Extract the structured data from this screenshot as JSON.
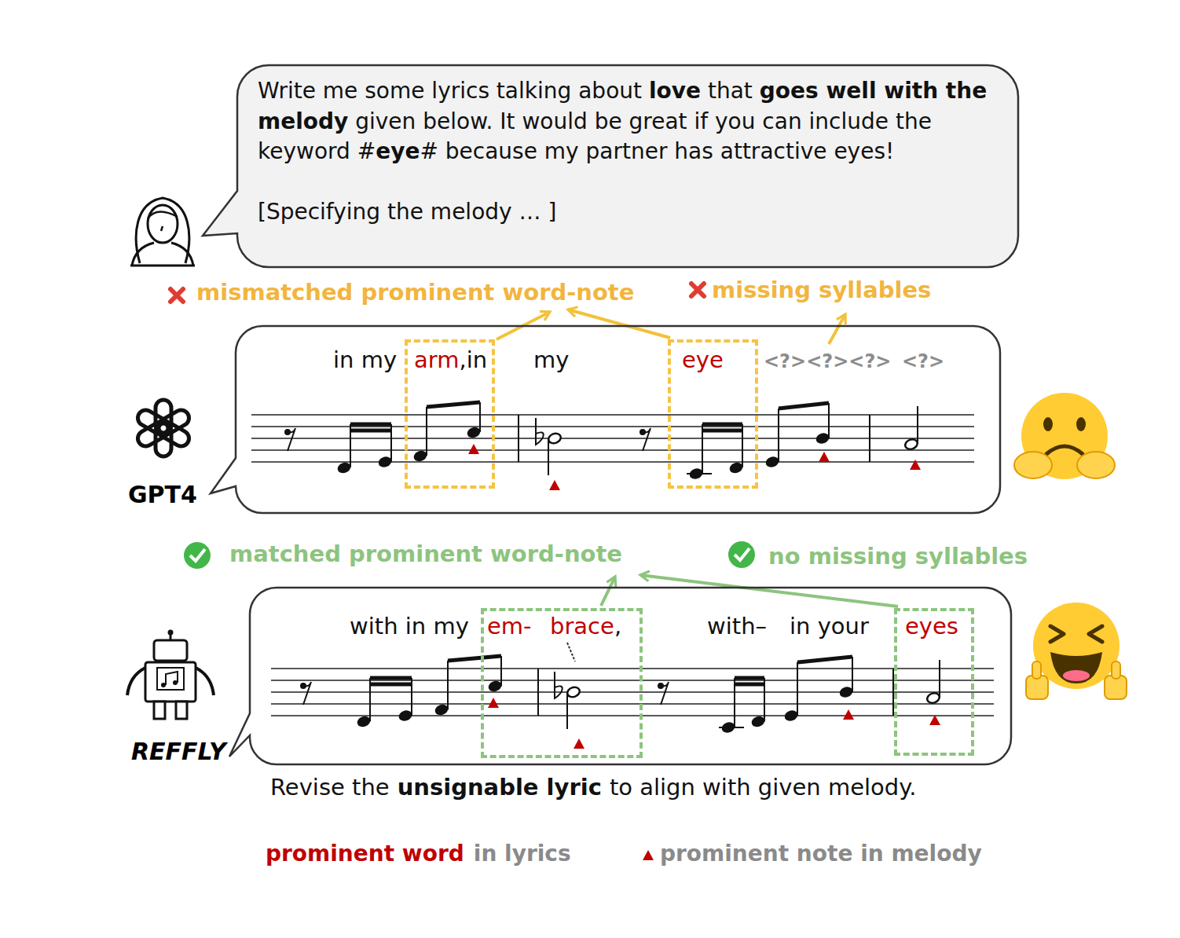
{
  "diagram": {
    "nodes": [
      {
        "text": [
          "Write me some lyrics talking about",
          "love",
          "that",
          "goes well with the melody",
          "given below. It would be great if you can include the keyword #",
          "eye",
          "# because my partner has attractive eyes!",
          "[Specifying the melody … ]"
        ]
      },
      {
        "text": [
          "in my",
          "my",
          "<?><?><?>",
          "<?>"
        ]
      },
      {
        "text": [
          "arm",
          ",in"
        ],
        "in": 1
      },
      {
        "text": [
          "eye"
        ],
        "in": 1
      },
      {
        "text": [
          "with in my",
          "with–",
          "in your"
        ]
      },
      {
        "text": [
          "em-",
          "brace",
          ","
        ],
        "in": 4
      },
      {
        "text": [
          "eyes"
        ],
        "in": 4
      }
    ],
    "labels": [
      "mismatched prominent word-note",
      "missing syllables",
      "GPT4",
      "matched prominent word-note",
      "no missing syllables",
      "REFFLY",
      "Revise the",
      "unsignable lyric",
      "to align with given melody.",
      "prominent word",
      "in lyrics",
      "prominent note in melody"
    ]
  }
}
